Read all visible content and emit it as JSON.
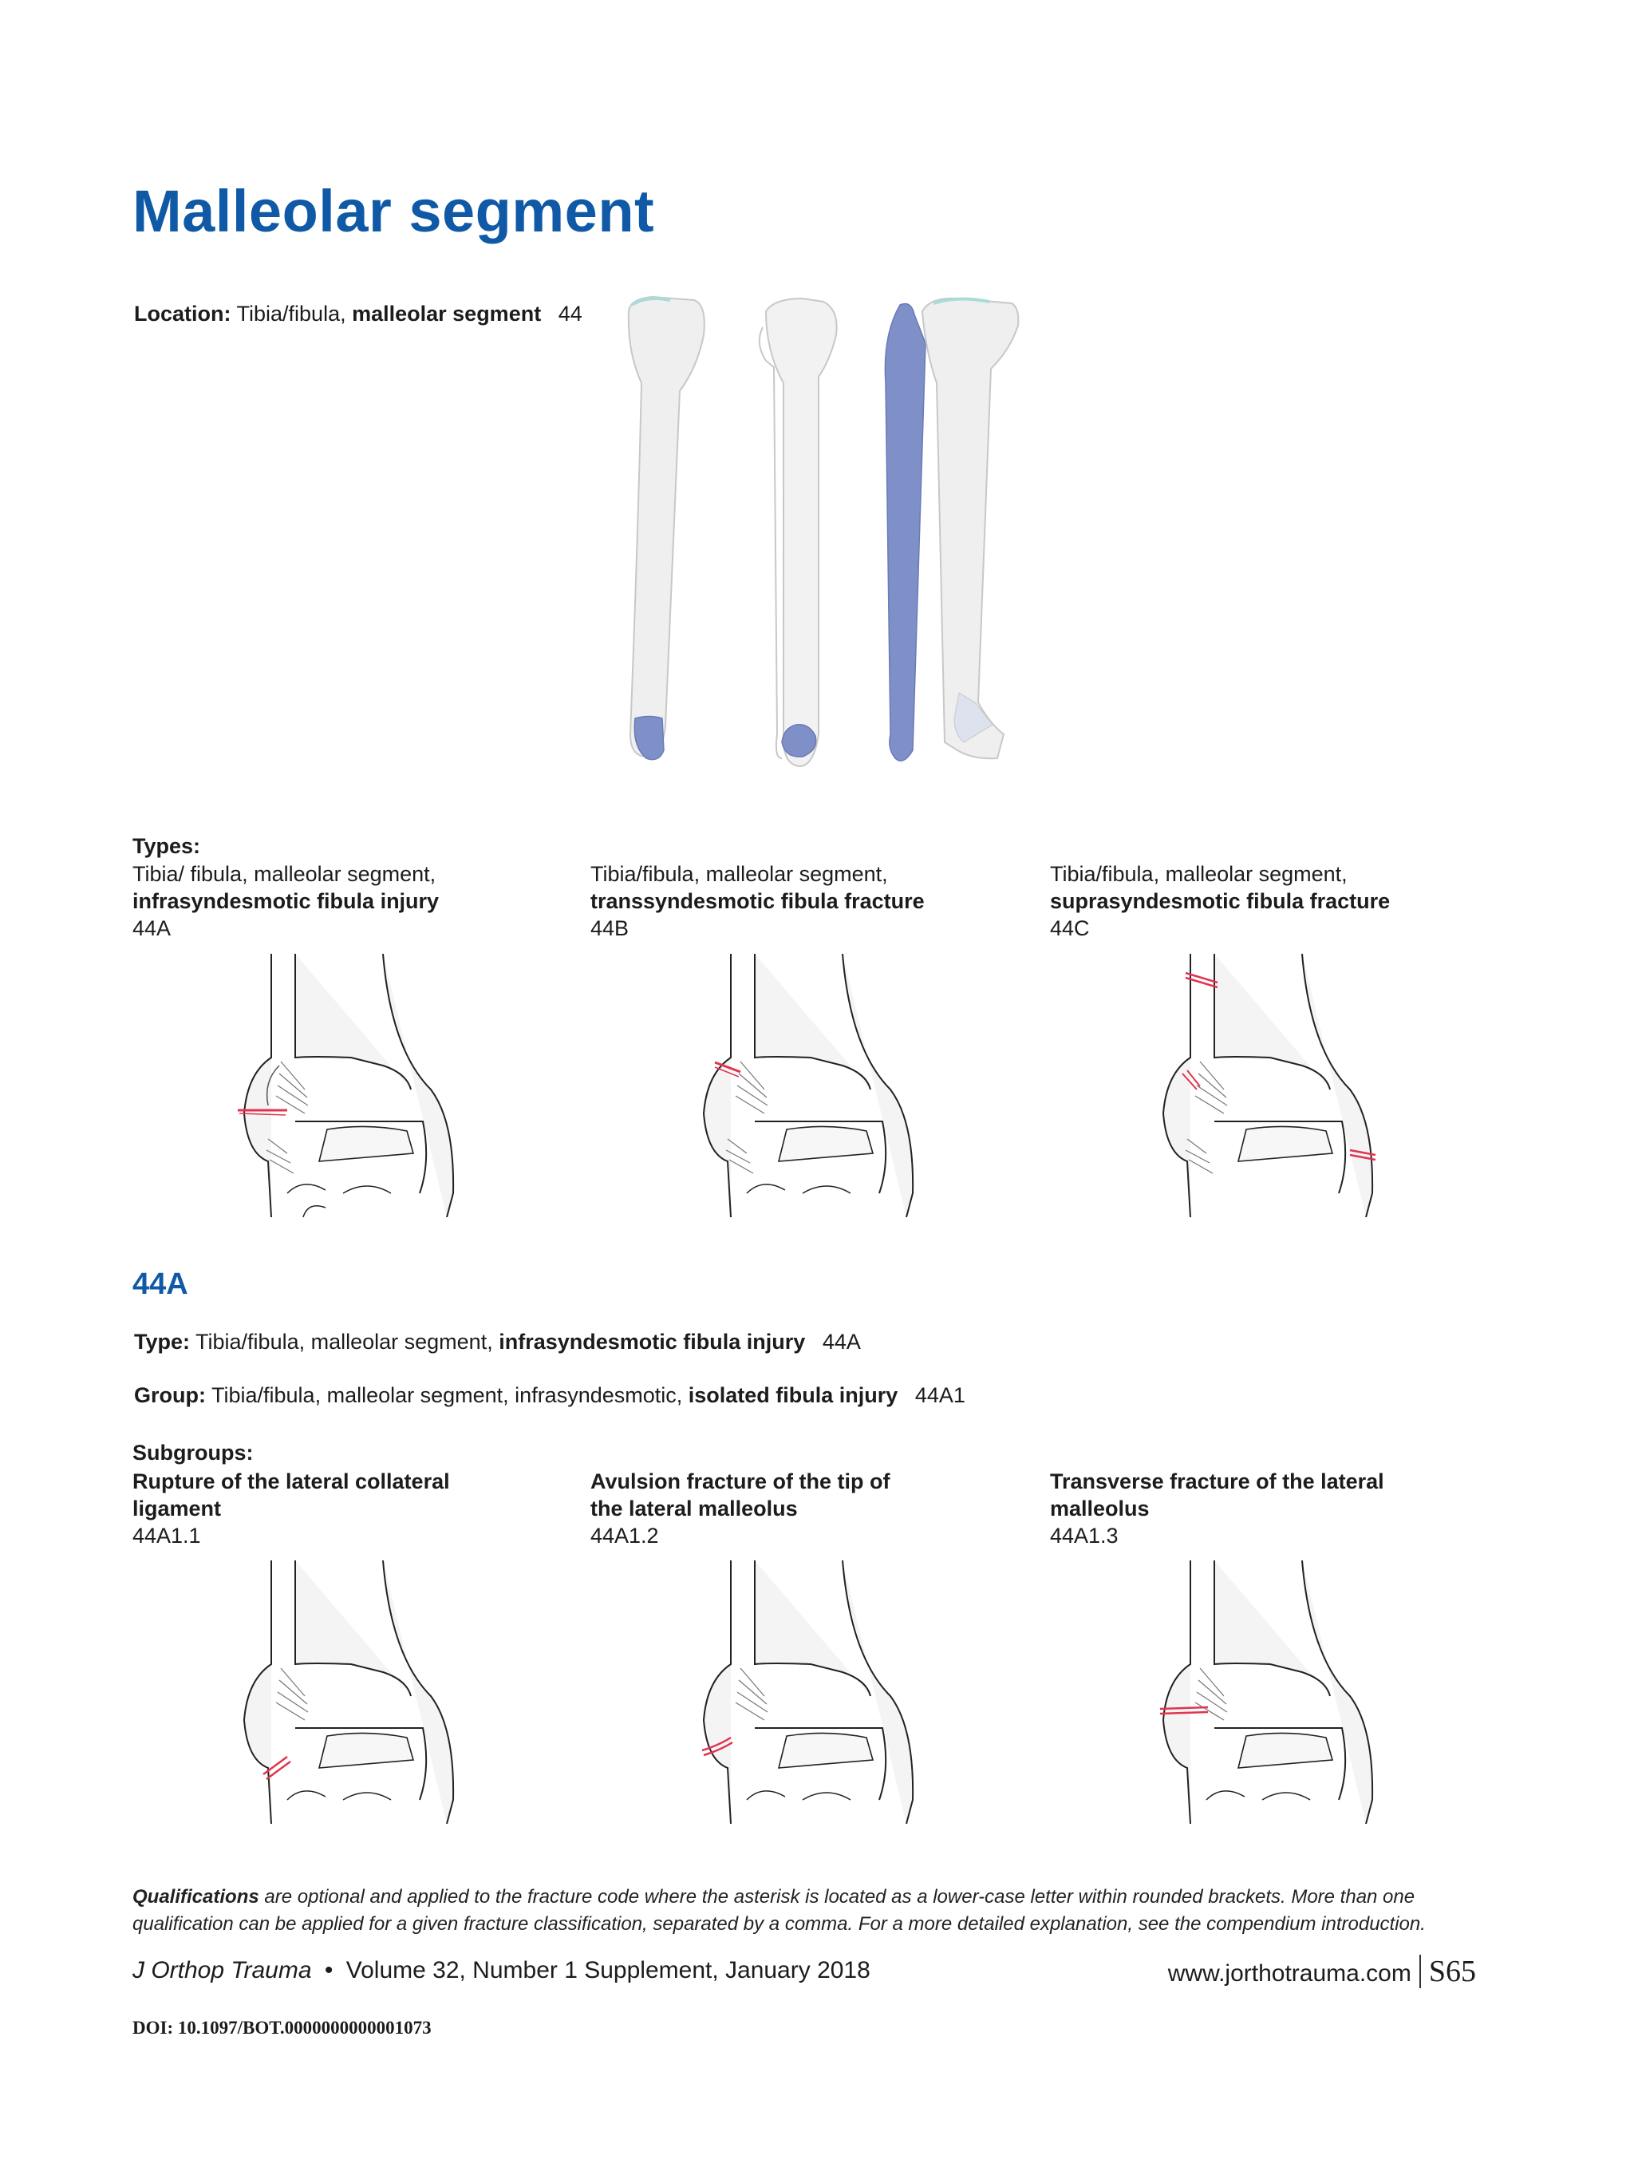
{
  "page_title": "Malleolar segment",
  "location": {
    "label": "Location:",
    "text_plain": "Tibia/fibula, ",
    "text_bold": "malleolar segment",
    "code": "44"
  },
  "types": {
    "heading": "Types:",
    "items": [
      {
        "line1": "Tibia/ fibula, malleolar segment,",
        "name": "infrasyndesmotic fibula injury",
        "code": "44A"
      },
      {
        "line1": "Tibia/fibula, malleolar segment,",
        "name": "transsyndesmotic fibula fracture",
        "code": "44B"
      },
      {
        "line1": "Tibia/fibula, malleolar segment,",
        "name": "suprasyndesmotic fibula fracture",
        "code": "44C"
      }
    ]
  },
  "section_44a": {
    "heading": "44A",
    "type_line": {
      "label": "Type:",
      "plain": "Tibia/fibula, malleolar segment, ",
      "bold": "infrasyndesmotic fibula injury",
      "code": "44A"
    },
    "group_line": {
      "label": "Group:",
      "plain": "Tibia/fibula, malleolar segment, infrasyndesmotic, ",
      "bold": "isolated fibula injury",
      "code": "44A1"
    }
  },
  "subgroups": {
    "heading": "Subgroups:",
    "items": [
      {
        "name_l1": "Rupture of the lateral collateral",
        "name_l2": "ligament",
        "code": "44A1.1"
      },
      {
        "name_l1": "Avulsion fracture of the tip of",
        "name_l2": "the lateral malleolus",
        "code": "44A1.2"
      },
      {
        "name_l1": "Transverse fracture of the lateral",
        "name_l2": "malleolus",
        "code": "44A1.3"
      }
    ]
  },
  "qualifications": {
    "bold": "Qualifications",
    "text": " are optional and applied to the fracture code where the asterisk is located as a lower-case letter within rounded brackets. More than one qualification can be applied for a given fracture classification, separated by a comma. For a more detailed explanation, see the compendium introduction."
  },
  "footer": {
    "journal": "J Orthop Trauma",
    "bullet": "•",
    "issue": "Volume 32, Number 1 Supplement, January 2018",
    "website": "www.jorthotrauma.com",
    "page": "S65",
    "doi": "DOI: 10.1097/BOT.0000000000001073"
  },
  "colors": {
    "title_blue": "#0f59a6",
    "highlight_bone": "#7f8fc8",
    "fracture_red": "#e0344f",
    "bone_fill": "#efefef"
  }
}
